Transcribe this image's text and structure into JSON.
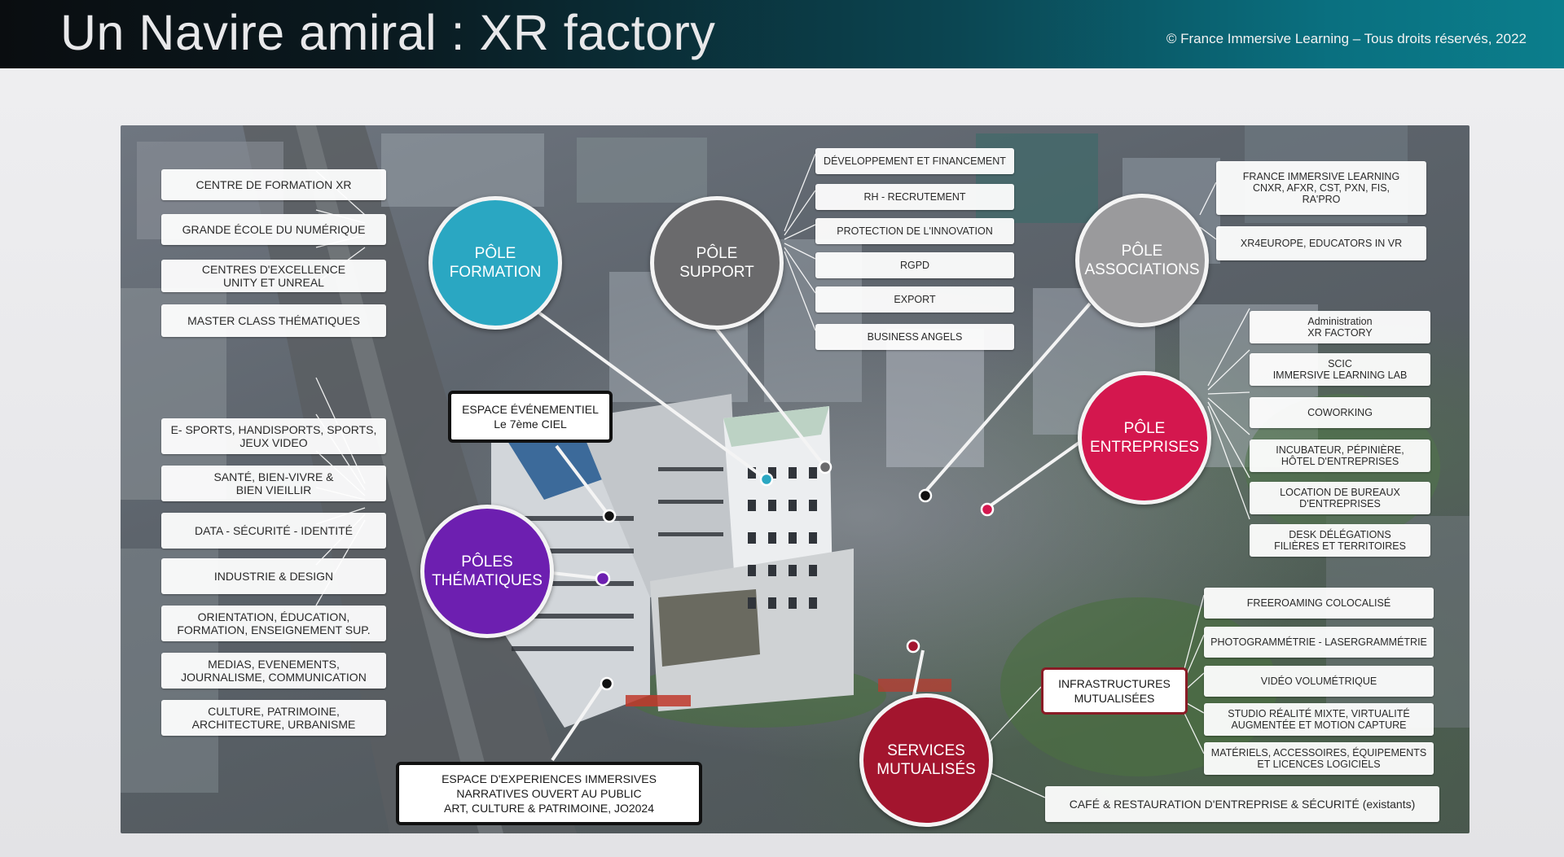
{
  "header": {
    "title": "Un Navire amiral : XR factory",
    "copyright": "© France Immersive Learning – Tous droits réservés, 2022"
  },
  "colors": {
    "formation": "#2aa7c2",
    "support": "#6a6a6c",
    "associations": "#9a9a9c",
    "entreprises": "#d4174e",
    "thematiques": "#6d1fb0",
    "services": "#a3152e"
  },
  "poles": {
    "formation": "PÔLE\nFORMATION",
    "support": "PÔLE\nSUPPORT",
    "associations": "PÔLE\nASSOCIATIONS",
    "entreprises": "PÔLE\nENTREPRISES",
    "thematiques": "PÔLES\nTHÉMATIQUES",
    "services": "SERVICES\nMUTUALISÉS"
  },
  "formation_items": [
    "CENTRE DE FORMATION XR",
    "GRANDE ÉCOLE DU NUMÉRIQUE",
    "CENTRES D'EXCELLENCE\nUNITY ET UNREAL",
    "MASTER CLASS THÉMATIQUES"
  ],
  "thematiques_items": [
    "E- SPORTS, HANDISPORTS, SPORTS,\nJEUX VIDEO",
    "SANTÉ, BIEN-VIVRE &\nBIEN VIEILLIR",
    "DATA - SÉCURITÉ - IDENTITÉ",
    "INDUSTRIE & DESIGN",
    "ORIENTATION, ÉDUCATION,\nFORMATION, ENSEIGNEMENT SUP.",
    "MEDIAS, EVENEMENTS,\nJOURNALISME, COMMUNICATION",
    "CULTURE, PATRIMOINE,\nARCHITECTURE, URBANISME"
  ],
  "support_items": [
    "DÉVELOPPEMENT ET FINANCEMENT",
    "RH - RECRUTEMENT",
    "PROTECTION DE L'INNOVATION",
    "RGPD",
    "EXPORT",
    "BUSINESS ANGELS"
  ],
  "associations_items": [
    "FRANCE IMMERSIVE LEARNING\nCNXR, AFXR, CST, PXN, FIS,\nRA'PRO",
    "XR4EUROPE, EDUCATORS IN VR"
  ],
  "entreprises_items": [
    "Administration\nXR FACTORY",
    "SCIC\nIMMERSIVE LEARNING LAB",
    "COWORKING",
    "INCUBATEUR, PÉPINIÈRE,\nHÔTEL D'ENTREPRISES",
    "LOCATION DE BUREAUX\nD'ENTREPRISES",
    "DESK DÉLÉGATIONS\nFILIÈRES ET TERRITOIRES"
  ],
  "infra_items": [
    "FREEROAMING COLOCALISÉ",
    "PHOTOGRAMMÉTRIE - LASERGRAMMÉTRIE",
    "VIDÉO VOLUMÉTRIQUE",
    "STUDIO RÉALITÉ MIXTE, VIRTUALITÉ\nAUGMENTÉE ET MOTION CAPTURE",
    "MATÉRIELS, ACCESSOIRES, ÉQUIPEMENTS\nET LICENCES LOGICIELS"
  ],
  "boxes": {
    "evenementiel": "ESPACE ÉVÉNEMENTIEL\nLe 7ème CIEL",
    "experiences": "ESPACE D'EXPERIENCES IMMERSIVES\nNARRATIVES OUVERT AU PUBLIC\nART, CULTURE & PATRIMOINE, JO2024",
    "infrastructures": "INFRASTRUCTURES\nMUTUALISÉES",
    "cafe": "CAFÉ & RESTAURATION D'ENTREPRISE & SÉCURITÉ (existants)"
  }
}
